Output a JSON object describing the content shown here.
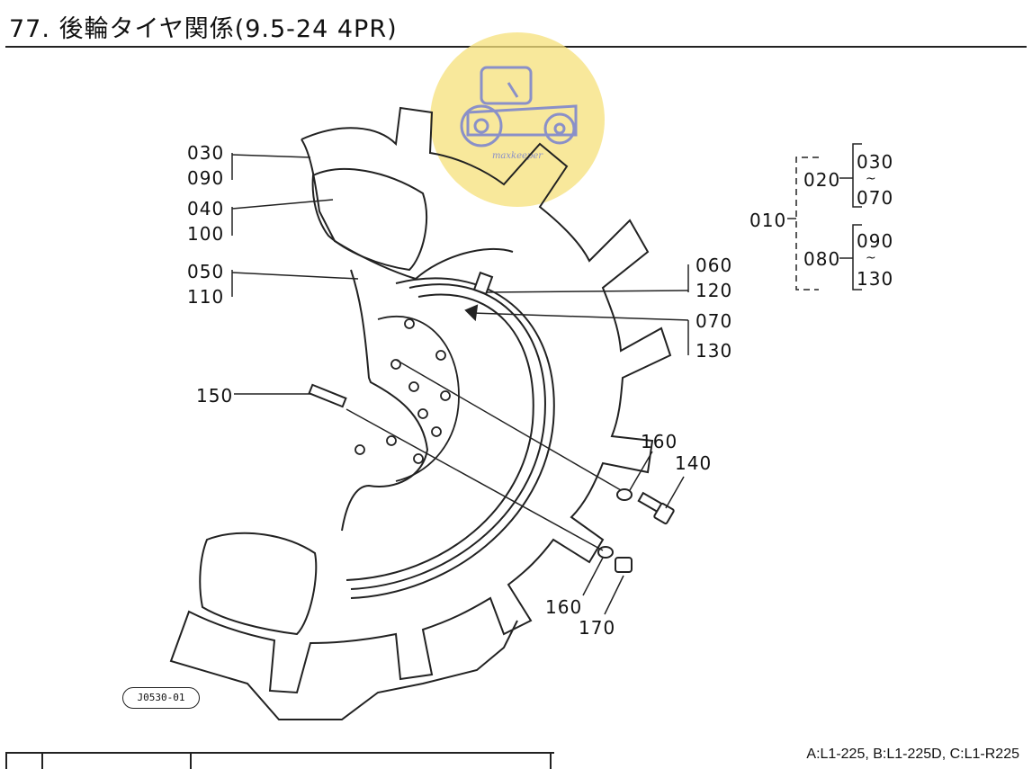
{
  "header": {
    "title": "77. 後輪タイヤ関係(9.5-24 4PR)"
  },
  "callouts": {
    "c030": "030",
    "c090": "090",
    "c040": "040",
    "c100": "100",
    "c050": "050",
    "c110": "110",
    "c060": "060",
    "c120": "120",
    "c070": "070",
    "c130": "130",
    "c150": "150",
    "c160a": "160",
    "c140": "140",
    "c160b": "160",
    "c170": "170"
  },
  "tree": {
    "root": "010",
    "branch_a": "020",
    "branch_a_from": "030",
    "branch_a_sep": "~",
    "branch_a_to": "070",
    "branch_b": "080",
    "branch_b_from": "090",
    "branch_b_sep": "~",
    "branch_b_to": "130"
  },
  "figure_code": "J0530-01",
  "watermark_text": "maxkeeper",
  "footer": {
    "models": "A:L1-225, B:L1-225D, C:L1-R225"
  },
  "colors": {
    "ink": "#222222",
    "watermark": "#f5e27a",
    "watermark_icon": "#8a90c8"
  }
}
